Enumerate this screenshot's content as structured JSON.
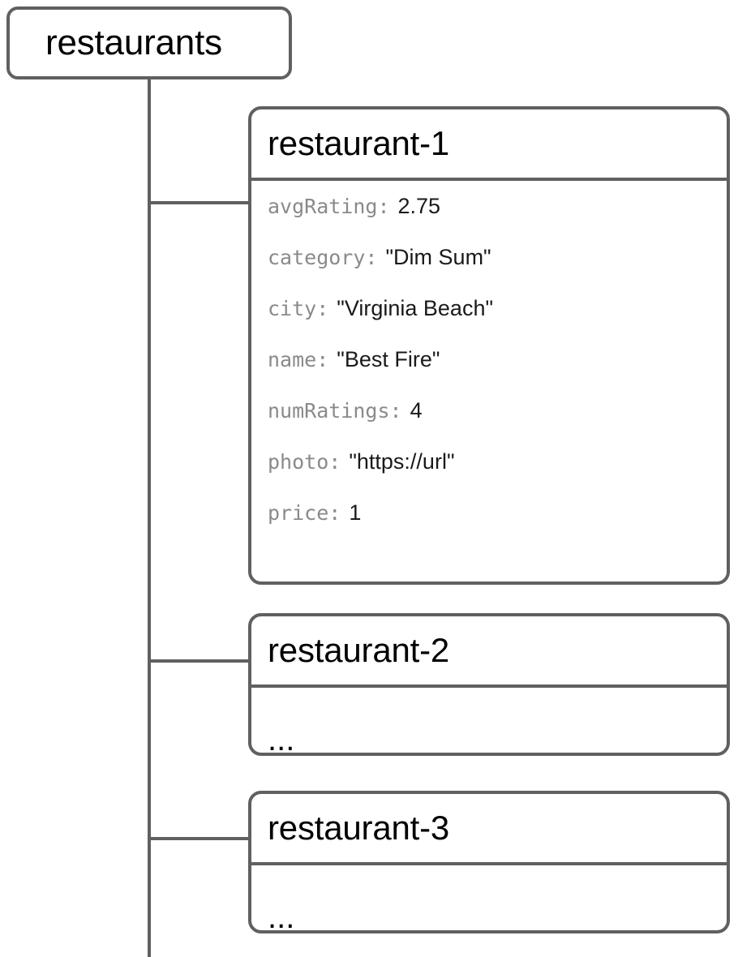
{
  "diagram": {
    "type": "firestore-data-model-tree",
    "root": {
      "label": "restaurants",
      "kind": "collection"
    },
    "documents": [
      {
        "id": "restaurant-1",
        "body_kind": "fields",
        "fields": [
          {
            "key": "avgRating:",
            "value": "2.75"
          },
          {
            "key": "category:",
            "value": "\"Dim Sum\""
          },
          {
            "key": "city:",
            "value": "\"Virginia Beach\""
          },
          {
            "key": "name:",
            "value": "\"Best Fire\""
          },
          {
            "key": "numRatings:",
            "value": "4"
          },
          {
            "key": "photo:",
            "value": "\"https://url\""
          },
          {
            "key": "price:",
            "value": "1"
          }
        ]
      },
      {
        "id": "restaurant-2",
        "body_kind": "ellipsis",
        "ellipsis": "..."
      },
      {
        "id": "restaurant-3",
        "body_kind": "ellipsis",
        "ellipsis": "..."
      }
    ]
  },
  "colors": {
    "stroke": "#606060",
    "title_text": "#000000",
    "field_key_text": "#8a8a8a",
    "field_value_text": "#1a1a1a",
    "background": "#ffffff"
  }
}
